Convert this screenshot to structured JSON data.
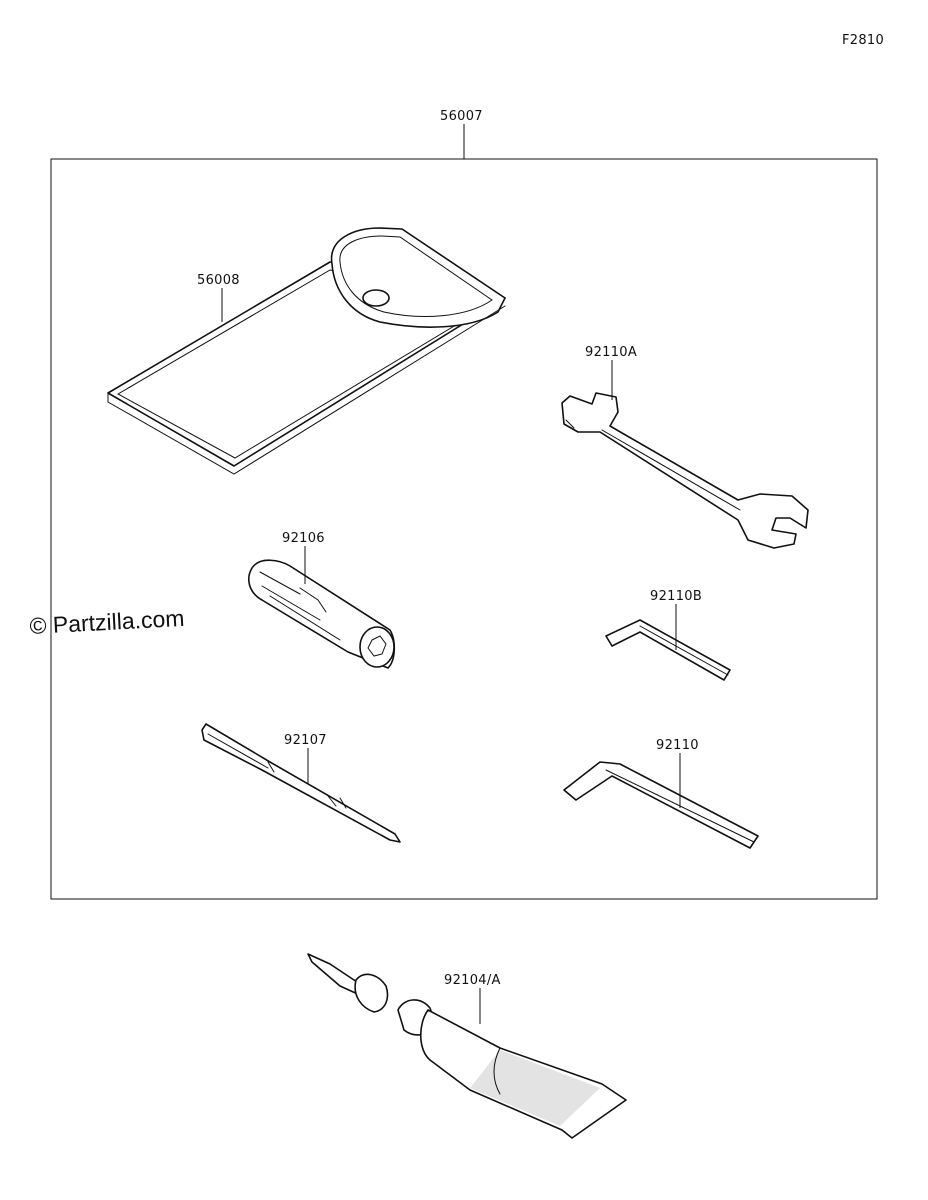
{
  "figure_code": "F2810",
  "watermark": "© Partzilla.com",
  "parts": [
    {
      "id": "56007"
    },
    {
      "id": "56008"
    },
    {
      "id": "92110A"
    },
    {
      "id": "92106"
    },
    {
      "id": "92110B"
    },
    {
      "id": "92107"
    },
    {
      "id": "92110"
    },
    {
      "id": "92104/A"
    }
  ]
}
